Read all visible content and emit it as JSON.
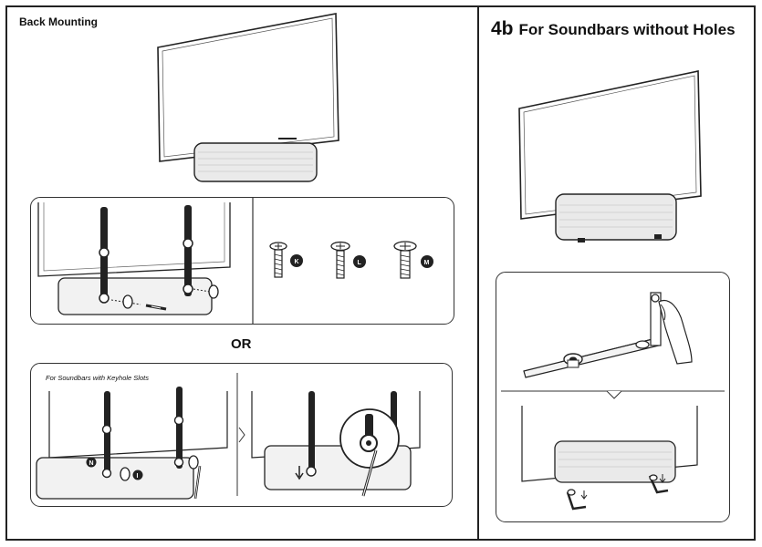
{
  "left_section": {
    "heading": "Back Mounting",
    "separator_label": "OR",
    "keyhole_caption": "For Soundbars with Keyhole Slots",
    "screw_labels": [
      "K",
      "L",
      "M"
    ],
    "part_labels": {
      "bracket_n": "N",
      "bracket_i": "I"
    }
  },
  "right_section": {
    "step_number": "4b",
    "heading": "For Soundbars without Holes"
  },
  "colors": {
    "line": "#222222",
    "fill": "#ffffff",
    "shade": "#e6e6e6"
  }
}
